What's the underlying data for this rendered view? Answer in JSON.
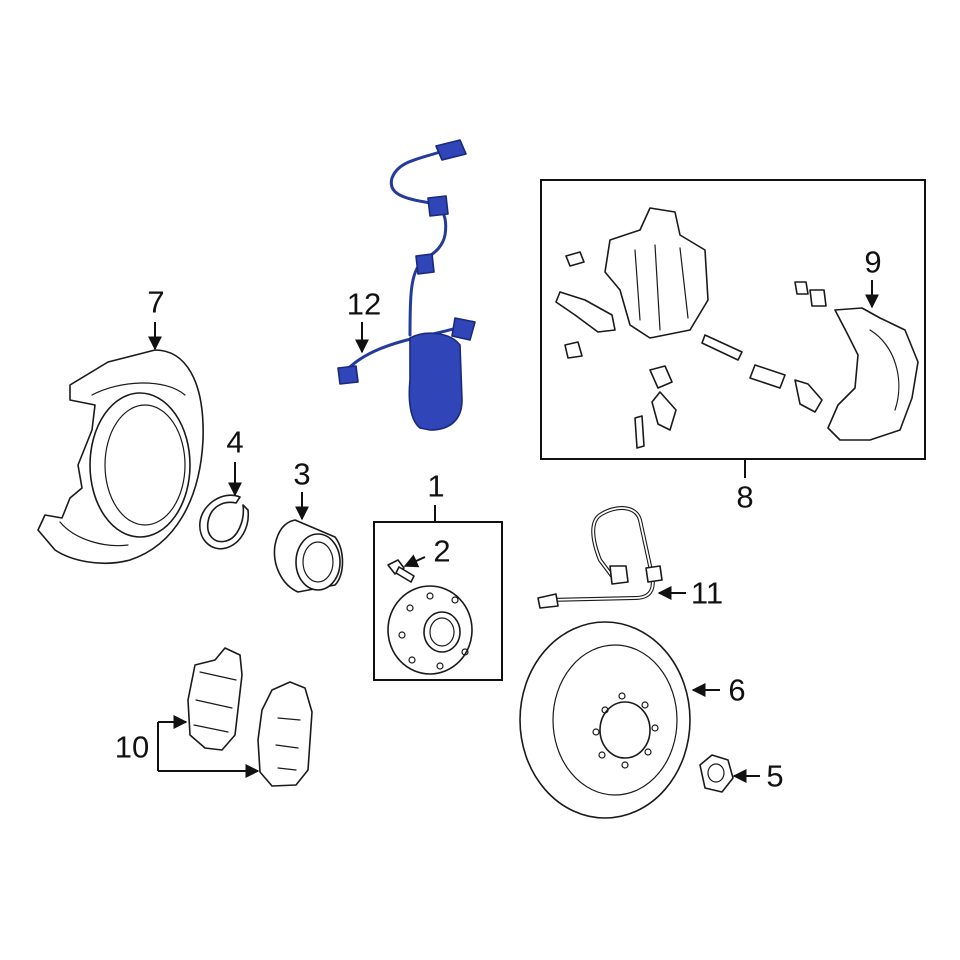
{
  "diagram": {
    "callouts": [
      {
        "id": "1",
        "label": "1"
      },
      {
        "id": "2",
        "label": "2"
      },
      {
        "id": "3",
        "label": "3"
      },
      {
        "id": "4",
        "label": "4"
      },
      {
        "id": "5",
        "label": "5"
      },
      {
        "id": "6",
        "label": "6"
      },
      {
        "id": "7",
        "label": "7"
      },
      {
        "id": "8",
        "label": "8"
      },
      {
        "id": "9",
        "label": "9"
      },
      {
        "id": "10",
        "label": "10"
      },
      {
        "id": "11",
        "label": "11"
      },
      {
        "id": "12",
        "label": "12"
      }
    ],
    "highlight_part": "12",
    "colors": {
      "line": "#1a1a1a",
      "highlight": "#2f45b8",
      "background": "#ffffff"
    }
  }
}
